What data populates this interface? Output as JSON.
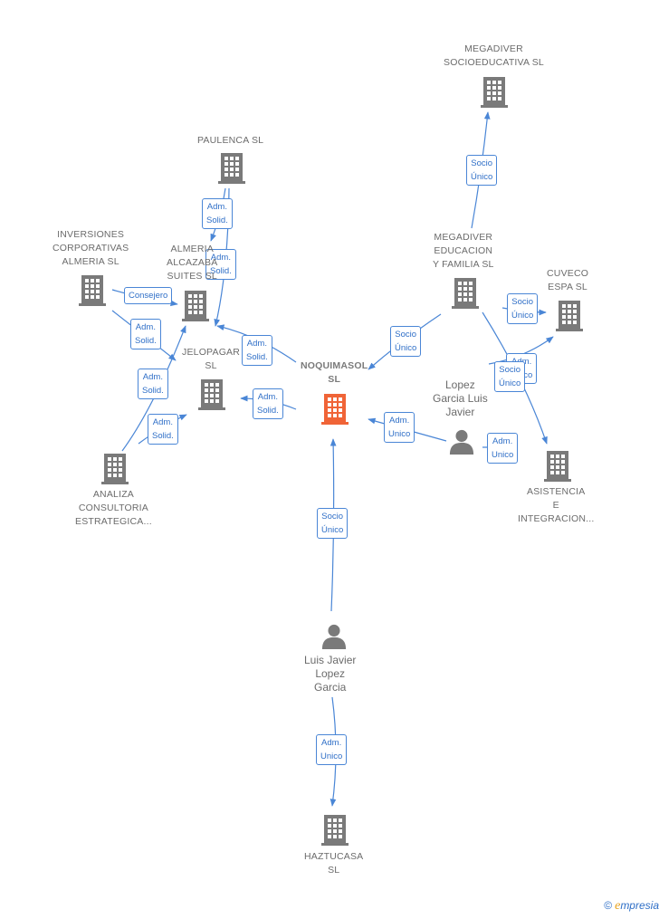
{
  "colors": {
    "edge": "#4a86d6",
    "building": "#7a7a7a",
    "focal_building": "#f06437",
    "person": "#7a7a7a",
    "label_text": "#6b6b6b",
    "edge_label_text": "#2f6fc7"
  },
  "nodes": [
    {
      "id": "megadiver-socio",
      "type": "company",
      "label": "MEGADIVER\nSOCIOEDUCATIVA SL",
      "icon": "building-icon"
    },
    {
      "id": "paulenca",
      "type": "company",
      "label": "PAULENCA SL",
      "icon": "building-icon"
    },
    {
      "id": "inversiones",
      "type": "company",
      "label": "INVERSIONES\nCORPORATIVAS\nALMERIA SL",
      "icon": "building-icon"
    },
    {
      "id": "almeria-alcazaba",
      "type": "company",
      "label": "ALMERIA\nALCAZABA\nSUITES SL",
      "icon": "building-icon"
    },
    {
      "id": "megadiver-educacion",
      "type": "company",
      "label": "MEGADIVER\nEDUCACION\nY FAMILIA SL",
      "icon": "building-icon"
    },
    {
      "id": "cuveco",
      "type": "company",
      "label": "CUVECO\nESPA SL",
      "icon": "building-icon"
    },
    {
      "id": "jelopagar",
      "type": "company",
      "label": "JELOPAGAR\nSL",
      "icon": "building-icon"
    },
    {
      "id": "noquimaso",
      "type": "focal",
      "label": "NOQUIMASOL\nSL",
      "icon": "building-icon"
    },
    {
      "id": "lopez-garcia",
      "type": "person",
      "label": "Lopez\nGarcia Luis\nJavier",
      "icon": "person-icon"
    },
    {
      "id": "analiza",
      "type": "company",
      "label": "ANALIZA\nCONSULTORIA\nESTRATEGICA...",
      "icon": "building-icon"
    },
    {
      "id": "asistencia",
      "type": "company",
      "label": "ASISTENCIA\nE\nINTEGRACION...",
      "icon": "building-icon"
    },
    {
      "id": "luis-javier",
      "type": "person",
      "label": "Luis Javier\nLopez\nGarcia",
      "icon": "person-icon"
    },
    {
      "id": "haztucasa",
      "type": "company",
      "label": "HAZTUCASA\nSL",
      "icon": "building-icon"
    }
  ],
  "edges": [
    {
      "from": "megadiver-educacion",
      "to": "megadiver-socio",
      "label": "Socio\nÚnico"
    },
    {
      "from": "paulenca",
      "to": "almeria-alcazaba",
      "label": "Adm.\nSolid."
    },
    {
      "from": "paulenca",
      "to": "jelopagar",
      "label": "Adm.\nSolid."
    },
    {
      "from": "inversiones",
      "to": "almeria-alcazaba",
      "label": "Consejero"
    },
    {
      "from": "inversiones",
      "to": "jelopagar",
      "label": "Adm.\nSolid."
    },
    {
      "from": "noquimaso",
      "to": "almeria-alcazaba",
      "label": "Adm.\nSolid."
    },
    {
      "from": "noquimaso",
      "to": "jelopagar",
      "label": "Adm.\nSolid."
    },
    {
      "from": "analiza",
      "to": "almeria-alcazaba",
      "label": "Adm.\nSolid."
    },
    {
      "from": "analiza",
      "to": "jelopagar",
      "label": "Adm.\nSolid."
    },
    {
      "from": "megadiver-educacion",
      "to": "noquimaso",
      "label": "Socio\nÚnico"
    },
    {
      "from": "megadiver-educacion",
      "to": "cuveco",
      "label": "Socio\nÚnico"
    },
    {
      "from": "lopez-garcia",
      "to": "cuveco",
      "label": "Adm.\nUnico"
    },
    {
      "from": "megadiver-educacion",
      "to": "asistencia",
      "label": "Socio\nÚnico"
    },
    {
      "from": "lopez-garcia",
      "to": "noquimaso",
      "label": "Adm.\nUnico"
    },
    {
      "from": "lopez-garcia",
      "to": "asistencia",
      "label": "Adm.\nUnico"
    },
    {
      "from": "luis-javier",
      "to": "noquimaso",
      "label": "Socio\nÚnico"
    },
    {
      "from": "luis-javier",
      "to": "haztucasa",
      "label": "Adm.\nUnico"
    }
  ],
  "brand": {
    "copyright": "©",
    "initial": "e",
    "rest": "mpresia"
  }
}
